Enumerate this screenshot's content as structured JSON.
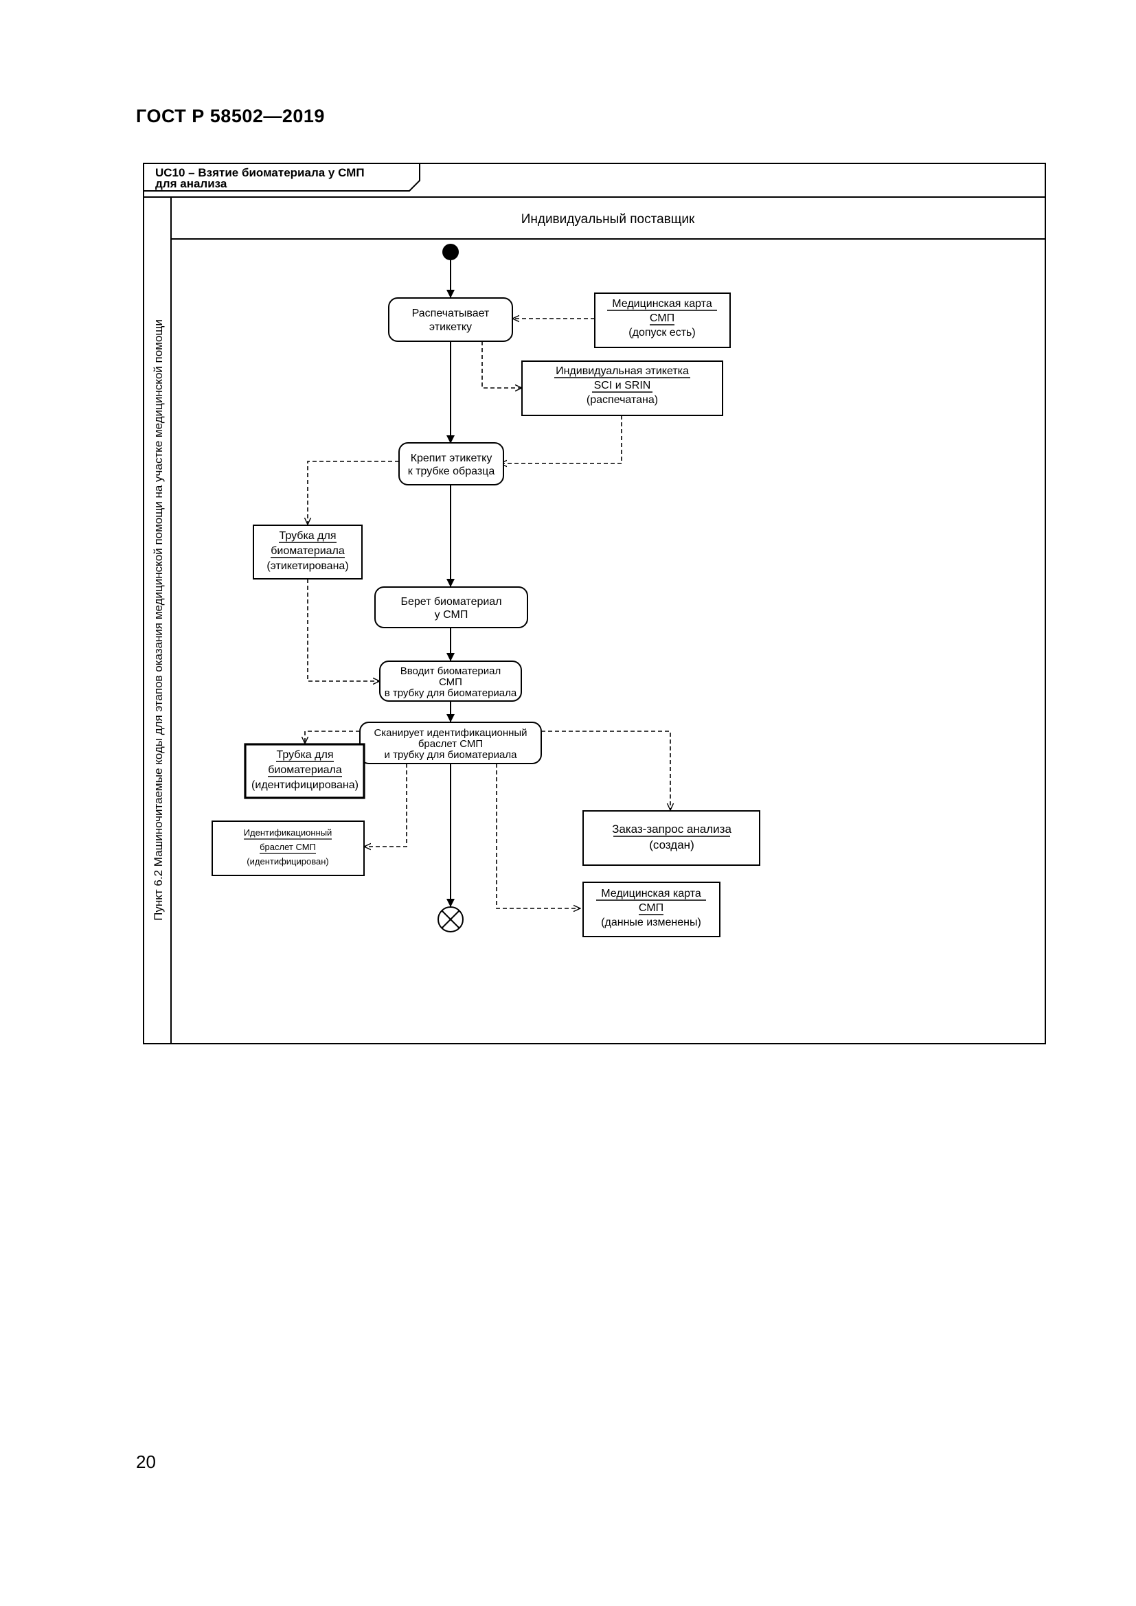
{
  "document": {
    "standard": "ГОСТ Р 58502—2019",
    "page_number": "20"
  },
  "diagram": {
    "title_line1": "UC10 – Взятие биоматериала у СМП",
    "title_line2": "для анализа",
    "swimlane_header": "Индивидуальный поставщик",
    "side_label": "Пункт 6.2 Машиночитаемые коды для этапов оказания медицинской помощи на участке медицинской помощи",
    "actions": {
      "print_label": [
        "Распечатывает",
        "этикетку"
      ],
      "attach_label": [
        "Крепит этикетку",
        "к трубке образца"
      ],
      "take_biomaterial": [
        "Берет биоматериал",
        "у СМП"
      ],
      "insert_biomaterial": [
        "Вводит биоматериал",
        "СМП",
        "в трубку для биоматериала"
      ],
      "scan": [
        "Сканирует идентификационный",
        "браслет СМП",
        "и трубку для биоматериала"
      ]
    },
    "objects": {
      "med_card_admission": [
        "Медицинская карта",
        "СМП",
        "(допуск есть)"
      ],
      "individual_label": [
        "Индивидуальная этикетка",
        "SCI и SRIN",
        "(распечатана)"
      ],
      "tube_labeled": [
        "Трубка для",
        "биоматериала",
        "(этикетирована)"
      ],
      "tube_identified": [
        "Трубка для",
        "биоматериала",
        "(идентифицирована)"
      ],
      "bracelet_identified": [
        "Идентификационный",
        "браслет СМП",
        "(идентифицирован)"
      ],
      "order_request": [
        "Заказ-запрос анализа",
        "(создан)"
      ],
      "med_card_changed": [
        "Медицинская карта",
        "СМП",
        "(данные изменены)"
      ]
    }
  }
}
